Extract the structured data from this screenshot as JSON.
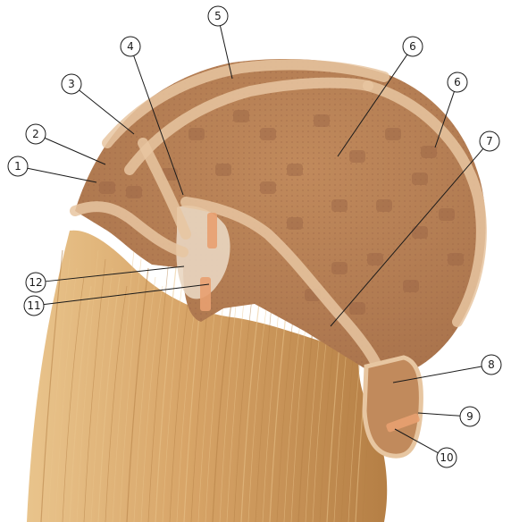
{
  "figure": {
    "description_visible": "wig cap construction diagram",
    "colors": {
      "hair_light": "#e9c48c",
      "hair_mid": "#d7a467",
      "hair_dark": "#b57f45",
      "mesh": "#c18a5c",
      "mesh_dark": "#a8724b",
      "mesh_patch": "#9a6445",
      "trim": "#e7c6a1",
      "lace": "#e9d6c1",
      "callout_line": "#1a1a1a"
    },
    "callouts": [
      {
        "label": "1"
      },
      {
        "label": "2"
      },
      {
        "label": "3"
      },
      {
        "label": "4"
      },
      {
        "label": "5"
      },
      {
        "label": "6"
      },
      {
        "label": "6"
      },
      {
        "label": "7"
      },
      {
        "label": "8"
      },
      {
        "label": "9"
      },
      {
        "label": "10"
      },
      {
        "label": "11"
      },
      {
        "label": "12"
      }
    ]
  }
}
